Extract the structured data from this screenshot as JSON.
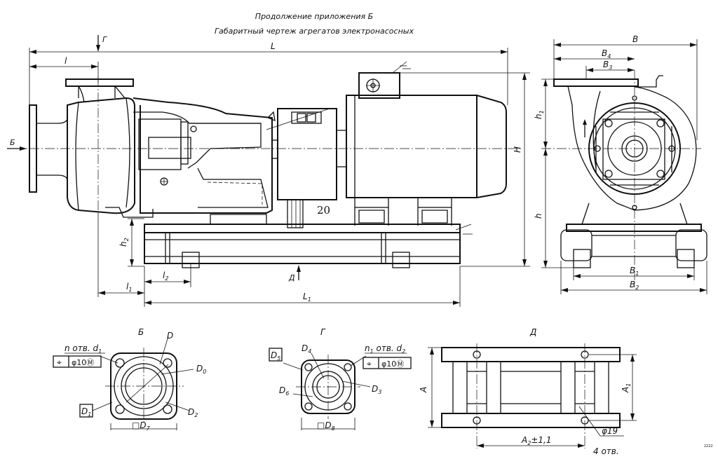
{
  "title": {
    "line1": "Продолжение приложения Б",
    "line2": "Габаритный чертеж агрегатов электронасосных"
  },
  "dims": {
    "L": "L",
    "l": "l",
    "L1": "L",
    "l1": "l",
    "l2": "l",
    "h2": "h",
    "H": "H",
    "B": "B",
    "B4": "B",
    "B3": "B",
    "h1": "h",
    "h": "h",
    "B1": "B",
    "B2": "B",
    "sub1": "1",
    "sub2": "2",
    "sub3": "3",
    "sub4": "4"
  },
  "views": {
    "B": "Б",
    "G": "Г",
    "D": "Д"
  },
  "label_20": "20",
  "detail_b": {
    "holes": "n отв. d",
    "holes_sub": "1",
    "tol": "⌖",
    "tol_val": "φ10Ⓜ",
    "D": "D",
    "D0": "D",
    "D0_sub": "0",
    "D1": "D",
    "D1_sub": "1",
    "D2": "D",
    "D2_sub": "2",
    "D7": "□D",
    "D7_sub": "7"
  },
  "detail_g": {
    "holes": "n",
    "holes_sub": "1",
    "holes_rest": " отв. d",
    "holes_sub2": "2",
    "tol": "⌖",
    "tol_val": "φ10Ⓜ",
    "D5": "D",
    "D5_sub": "5",
    "D4": "D",
    "D4_sub": "4",
    "D6": "D",
    "D6_sub": "6",
    "D3": "D",
    "D3_sub": "3",
    "D8": "□D",
    "D8_sub": "8"
  },
  "detail_d": {
    "A": "A",
    "A1": "A",
    "A1_sub": "1",
    "A2": "A",
    "A2_sub": "2",
    "A2_tol": "±1,1",
    "hole_dia": "φ19",
    "hole_count": "4 отв."
  },
  "corner": "2222"
}
